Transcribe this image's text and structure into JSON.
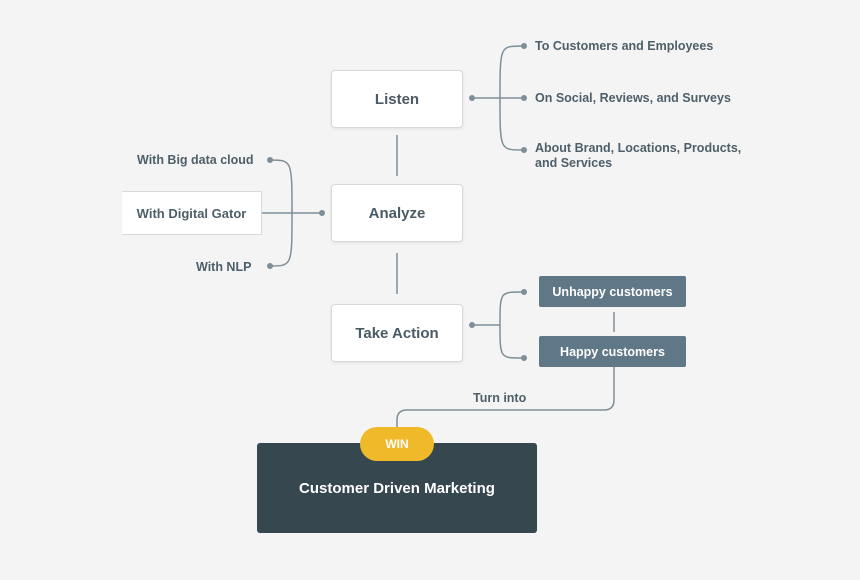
{
  "colors": {
    "background": "#f4f4f4",
    "connector": "#7e8f98",
    "node_text": "#4a5b66",
    "tag_fill": "#5f7786",
    "final_fill": "#37474f",
    "badge_fill": "#f0b92a"
  },
  "nodes": {
    "listen": "Listen",
    "analyze": "Analyze",
    "take_action": "Take Action"
  },
  "listen_branches": [
    "To Customers and Employees",
    "On Social, Reviews, and Surveys",
    "About Brand, Locations, Products, and Services"
  ],
  "analyze_branches": [
    "With Big data cloud",
    "With Digital Gator",
    "With NLP"
  ],
  "action_branches": [
    "Unhappy customers",
    "Happy customers"
  ],
  "edge_label": "Turn into",
  "badge": "WIN",
  "outcome": "Customer Driven Marketing"
}
